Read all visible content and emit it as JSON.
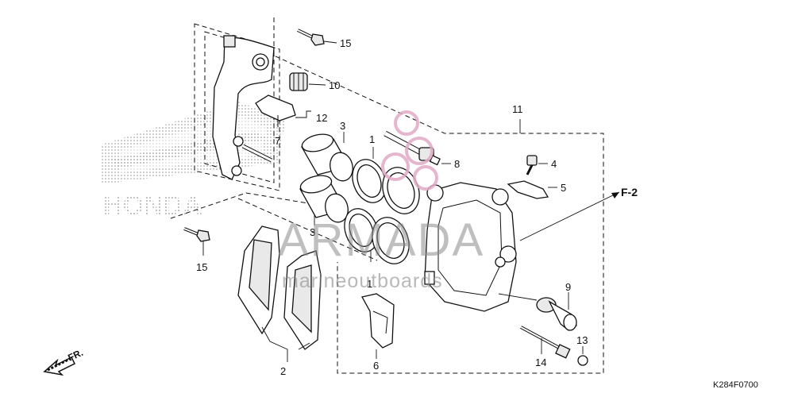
{
  "diagram": {
    "code": "K284F0700",
    "direction_label": "FR.",
    "reference_label": "F-2",
    "watermark": {
      "brand": "ARMADA",
      "tagline": "marineoutboards"
    },
    "background_logo_text": "HONDA",
    "callouts": [
      "15",
      "10",
      "12",
      "7",
      "3",
      "1",
      "8",
      "11",
      "4",
      "5",
      "15",
      "3",
      "1",
      "9",
      "2",
      "6",
      "14",
      "13"
    ]
  }
}
